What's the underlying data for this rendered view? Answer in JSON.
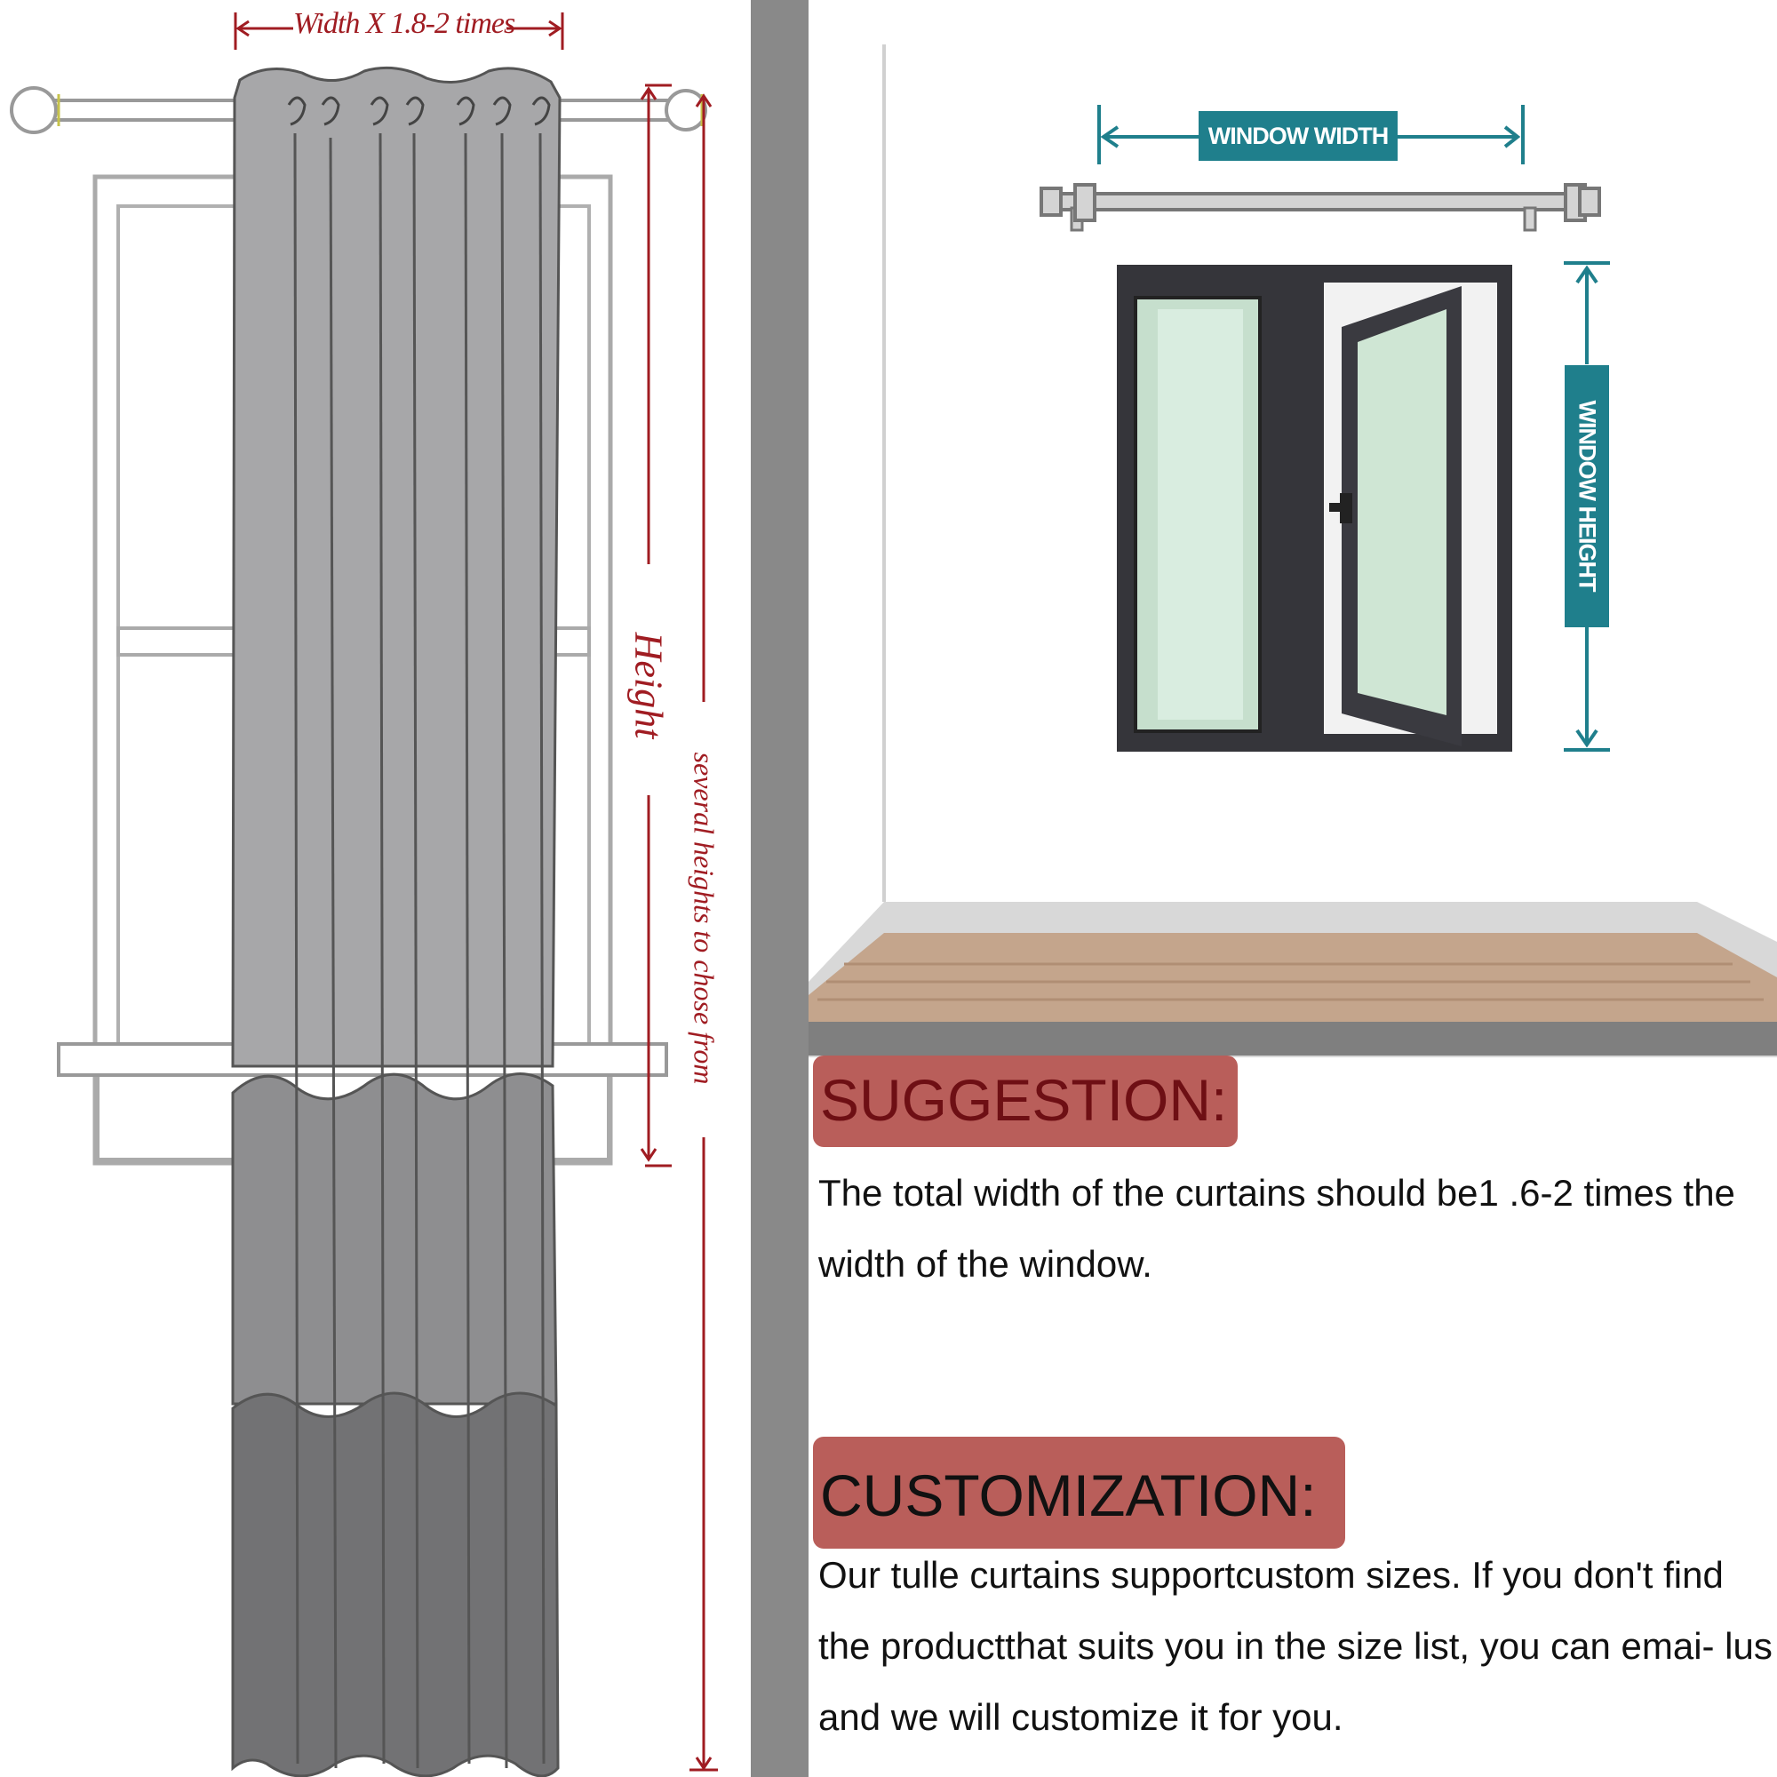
{
  "left_diagram": {
    "width_label": "Width X 1.8-2 times",
    "height_label": "Height",
    "heights_note": "several heights to chose from"
  },
  "right_diagram": {
    "window_width_label": "WINDOW WIDTH",
    "window_height_label": "WINDOW HEIGHT"
  },
  "suggestion": {
    "heading": "SUGGESTION:",
    "text": "The total width of the curtains should be1 .6-2 times the width of the window."
  },
  "customization": {
    "heading": "CUSTOMIZATION:",
    "text": "Our tulle curtains supportcustom sizes. If you don't find the productthat suits you in the size list, you can emai- lus and we will customize it for you."
  },
  "colors": {
    "heading_box": "#b95e5a",
    "measure_red": "#a01c22",
    "teal": "#1f7f8c",
    "divider": "#898989"
  }
}
